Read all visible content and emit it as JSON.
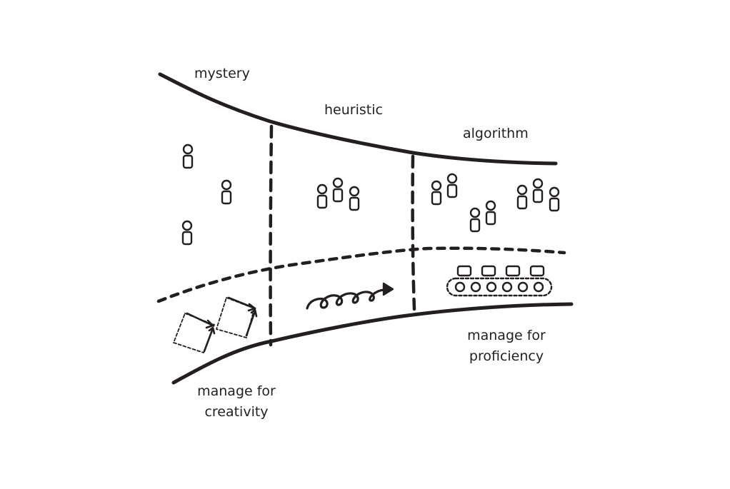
{
  "diagram": {
    "stages": {
      "mystery": "mystery",
      "heuristic": "heuristic",
      "algorithm": "algorithm"
    },
    "captions": {
      "creativity_line1": "manage for",
      "creativity_line2": "creativity",
      "proficiency_line1": "manage for",
      "proficiency_line2": "proficiency"
    },
    "people_counts": {
      "mystery_zone": 3,
      "heuristic_zone": 3,
      "algorithm_zone": 7
    },
    "ink_color": "#231f20",
    "icons": {
      "person": "person-icon",
      "spiral_arrow": "spiral-arrow-icon",
      "dashed_box": "dashed-box-icon",
      "conveyor": "conveyor-belt-icon"
    }
  }
}
